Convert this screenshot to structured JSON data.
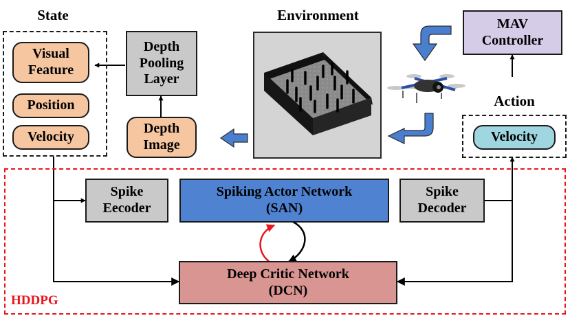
{
  "labels": {
    "state": "State",
    "environment": "Environment",
    "action": "Action",
    "hddpg": "HDDPG"
  },
  "state": {
    "visual_feature_1": "Visual",
    "visual_feature_2": "Feature",
    "position": "Position",
    "velocity": "Velocity"
  },
  "depth_pooling": {
    "line1": "Depth",
    "line2": "Pooling",
    "line3": "Layer"
  },
  "depth_image": {
    "line1": "Depth",
    "line2": "Image"
  },
  "mav_controller": {
    "line1": "MAV",
    "line2": "Controller"
  },
  "action_velocity": "Velocity",
  "spike_encoder": {
    "line1": "Spike",
    "line2": "Eecoder"
  },
  "san": {
    "line1": "Spiking Actor Network",
    "line2": "(SAN)"
  },
  "spike_decoder": {
    "line1": "Spike",
    "line2": "Decoder"
  },
  "dcn": {
    "line1": "Deep Critic Network",
    "line2": "(DCN)"
  },
  "colors": {
    "orange": "#f5c6a0",
    "gray": "#c9c9c9",
    "actor_blue": "#4f83d1",
    "critic_red": "#d99591",
    "controller_purple": "#d5cde8",
    "velocity_teal": "#9fd6df",
    "flow_arrow_blue": "#4a7fd0",
    "hddpg_red": "#e8141c"
  },
  "icons": [
    "quadrotor-drone-icon",
    "obstacle-arena-icon",
    "curved-flow-arrow-icon"
  ]
}
